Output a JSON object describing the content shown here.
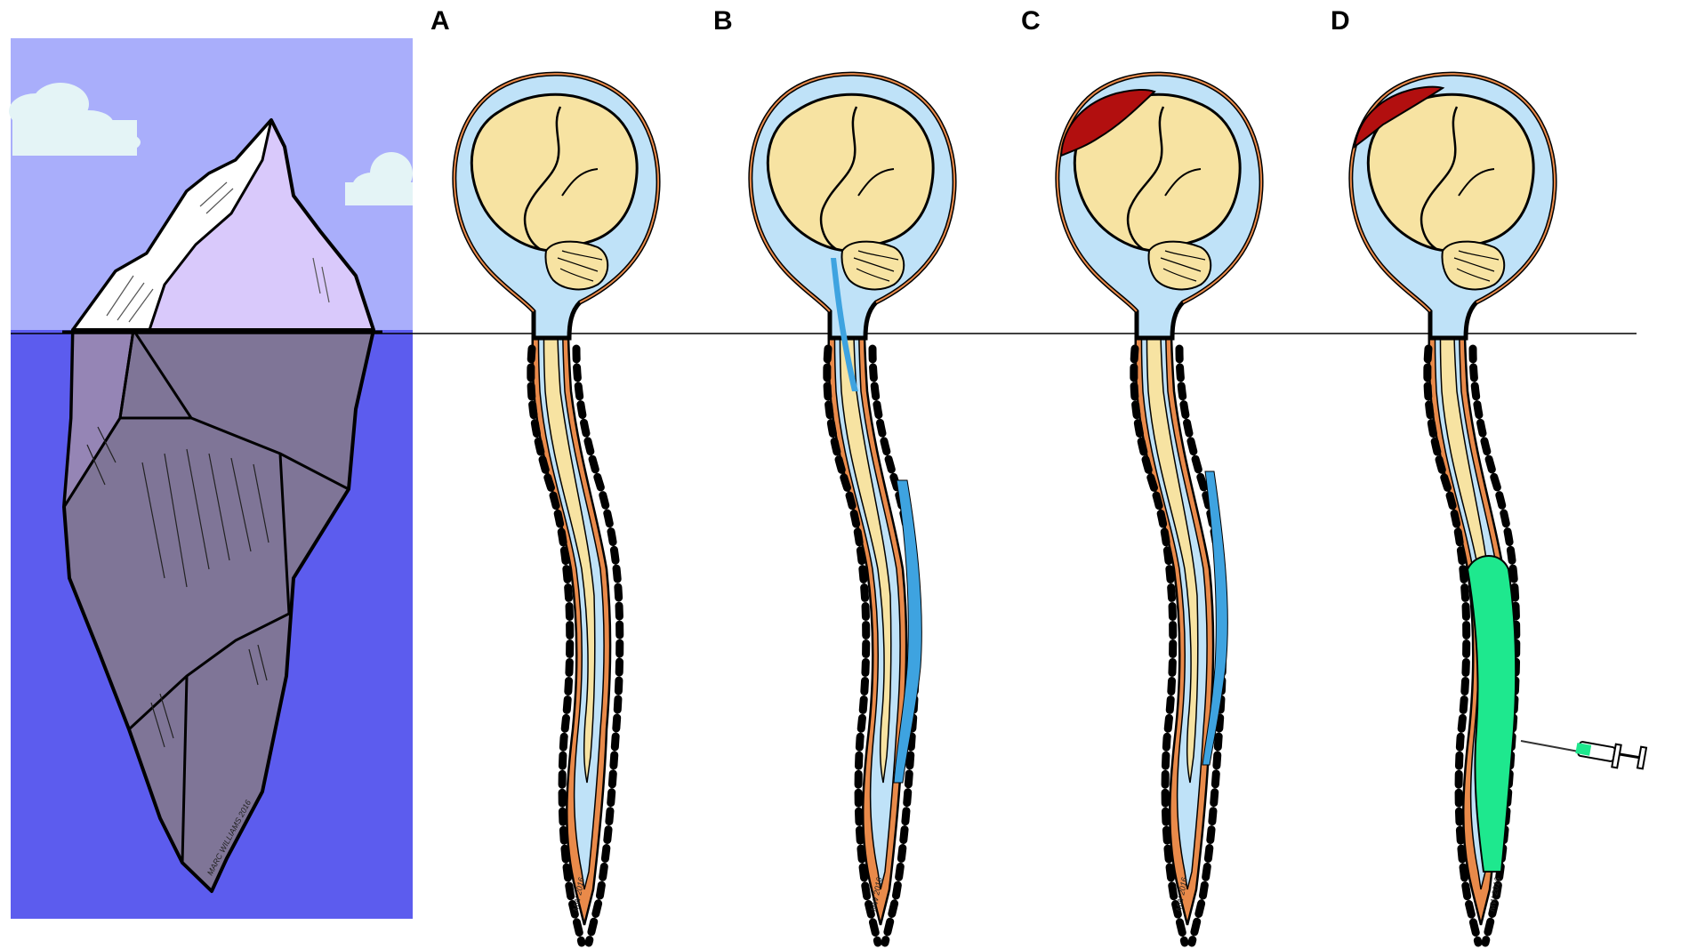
{
  "panel_labels": [
    "A",
    "B",
    "C",
    "D"
  ],
  "signature": "MARC WILLIAMS 2016",
  "spine_signatures": [
    "MW 2016",
    "MW 2016",
    "MW 2016",
    "MW 2016"
  ],
  "colors": {
    "sky": "#a9aefb",
    "water": "#5c5cee",
    "iceberg_top": "#d9c9fb",
    "iceberg_snow": "#ffffff",
    "iceberg_under": "#7f7597",
    "cloud": "#e4f4f6",
    "brain": "#f7e3a2",
    "csf": "#bfe2f8",
    "dura": "#e98a4a",
    "csf_leak": "#3ea3e0",
    "hematoma": "#b20f0f",
    "blood_patch": "#1ee88e",
    "outline": "#000000"
  },
  "icons": [
    "syringe-icon"
  ]
}
